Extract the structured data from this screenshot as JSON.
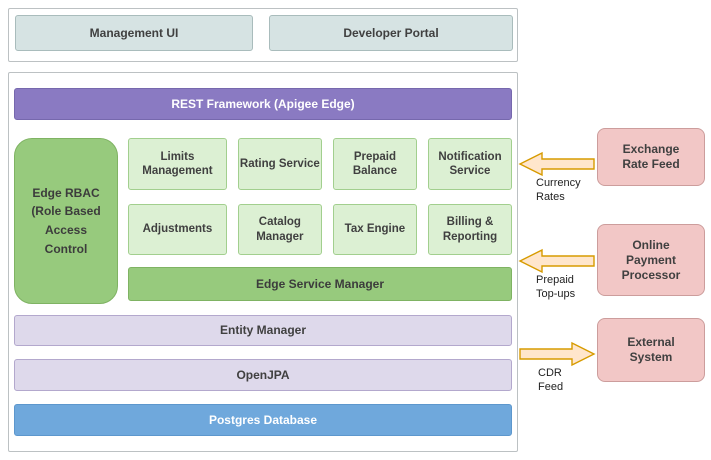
{
  "palette": {
    "top_box_bg": "#d6e3e3",
    "top_box_border": "#a9bcbc",
    "purple_bg": "#8a7ac2",
    "purple_border": "#7668ad",
    "green_bg": "#97ca7d",
    "green_border": "#7fb363",
    "light_green_bg": "#dcf0d3",
    "light_green_border": "#a2cf8e",
    "lavender_bg": "#ded9eb",
    "lavender_border": "#b3a8cd",
    "blue_bg": "#6fa8dc",
    "blue_border": "#5d97cd",
    "pink_bg": "#f2c7c6",
    "pink_border": "#cc9d9c",
    "arrow_fill": "#ffe6cc",
    "arrow_stroke": "#d79b00"
  },
  "top_row": {
    "management_ui": "Management UI",
    "developer_portal": "Developer Portal"
  },
  "core": {
    "rest_framework": "REST Framework (Apigee Edge)",
    "edge_rbac_lines": [
      "Edge RBAC",
      "(Role Based",
      "Access",
      "Control"
    ],
    "services_row1": [
      "Limits Management",
      "Rating Service",
      "Prepaid Balance",
      "Notification Service"
    ],
    "services_row2": [
      "Adjustments",
      "Catalog Manager",
      "Tax Engine",
      "Billing & Reporting"
    ],
    "edge_service_manager": "Edge Service Manager",
    "entity_manager": "Entity Manager",
    "openjpa": "OpenJPA",
    "postgres_database": "Postgres Database"
  },
  "external_systems": {
    "exchange_rate_feed": "Exchange Rate Feed",
    "online_payment_processor": "Online Payment Processor",
    "external_system": "External System"
  },
  "flows": {
    "currency_rates": {
      "direction": "left",
      "lines": [
        "Currency",
        "Rates"
      ]
    },
    "prepaid_topups": {
      "direction": "left",
      "lines": [
        "Prepaid",
        "Top-ups"
      ]
    },
    "cdr_feed": {
      "direction": "right",
      "lines": [
        "CDR",
        "Feed"
      ]
    }
  }
}
